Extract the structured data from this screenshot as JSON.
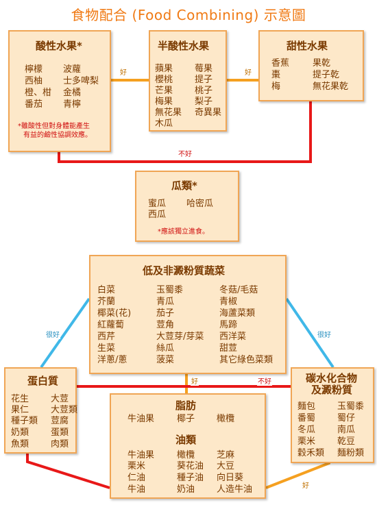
{
  "title": "食物配合 (Food Combining) 示意圖",
  "acid": {
    "title": "酸性水果*",
    "items": [
      "檸檬",
      "波蘿",
      "西柚",
      "士多啤梨",
      "橙、柑",
      "金橘",
      "番茄",
      "青檸"
    ],
    "note_line1": "*雖酸性但對身體能產生",
    "note_line2": "有益的鹼性協調效應。"
  },
  "semi": {
    "title": "半酸性水果",
    "items": [
      "蘋果",
      "莓果",
      "櫻桃",
      "提子",
      "芒果",
      "桃子",
      "梅果",
      "梨子",
      "無花果",
      "奇異果",
      "木瓜"
    ]
  },
  "sweet": {
    "title": "甜性水果",
    "items": [
      "香蕉",
      "果乾",
      "棗",
      "提子乾",
      "梅",
      "無花果乾"
    ]
  },
  "melon": {
    "title": "瓜類*",
    "items": [
      "蜜瓜",
      "哈密瓜",
      "西瓜"
    ],
    "note": "*應該獨立進食。"
  },
  "veg": {
    "title": "低及非澱粉質蔬菜",
    "items": [
      "白菜",
      "玉蜀黍",
      "冬菇/毛菇",
      "芥蘭",
      "青瓜",
      "青椒",
      "椰菜(花)",
      "茄子",
      "海蘆菜類",
      "紅蘿蔔",
      "荳角",
      "馬蹄",
      "西芹",
      "大荳芽/芽菜",
      "西洋菜",
      "生菜",
      "絲瓜",
      "甜荳",
      "洋蔥/蔥",
      "菠菜",
      "其它綠色菜類"
    ]
  },
  "protein": {
    "title": "蛋白質",
    "items": [
      "花生",
      "大荳",
      "果仁",
      "大荳類",
      "種子類",
      "荳腐",
      "奶類",
      "蛋類",
      "魚類",
      "肉類"
    ]
  },
  "fat": {
    "title": "脂肪",
    "items_top": [
      "牛油果",
      "椰子",
      "橄欖"
    ],
    "subtitle": "油類",
    "items": [
      "牛油果",
      "橄欖",
      "芝麻",
      "栗米",
      "葵花油",
      "大豆",
      "仁油",
      "種子油",
      "向日葵",
      "牛油",
      "奶油",
      "人造牛油"
    ]
  },
  "carb": {
    "title_line1": "碳水化合物",
    "title_line2": "及澱粉質",
    "items": [
      "麵包",
      "玉蜀黍",
      "番蜀",
      "蜀仔",
      "冬瓜",
      "南瓜",
      "栗米",
      "乾豆",
      "穀禾類",
      "麵粉類"
    ]
  },
  "labels": {
    "acid_semi": "好",
    "semi_sweet": "好",
    "acid_sweet": "不好",
    "veg_protein": "很好",
    "veg_carb": "很好",
    "veg_fat": "好",
    "protein_carb": "不好",
    "fat_carb": "好"
  },
  "colors": {
    "title": "#f07a14",
    "box_fill": "#fde8c9",
    "box_border": "#f0a554",
    "text": "#7a3a00",
    "good": "#f5a020",
    "bad": "#e81818",
    "very_good": "#40b8e8",
    "note": "#d01010"
  }
}
